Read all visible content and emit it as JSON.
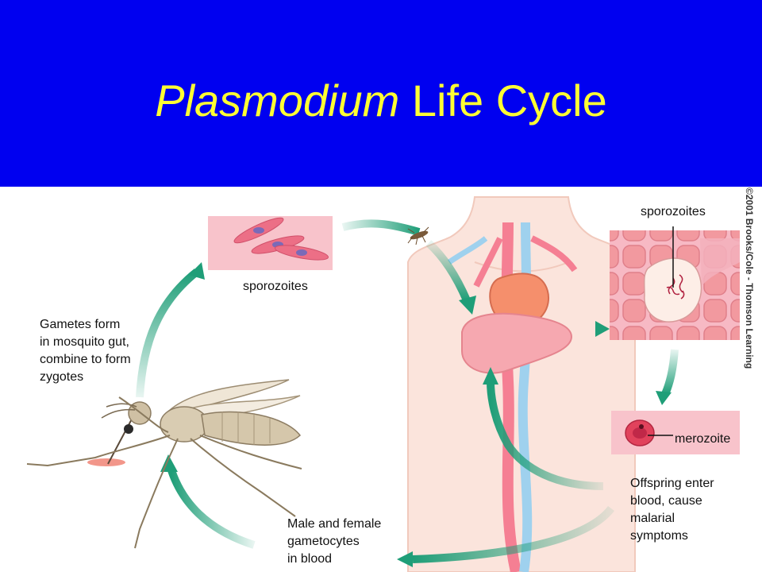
{
  "title": {
    "italic": "Plasmodium",
    "rest": " Life Cycle"
  },
  "labels": {
    "sporozoites_top": "sporozoites",
    "sporozoites_right": "sporozoites",
    "merozoite": "merozoite",
    "gametes": [
      "Gametes form",
      "in mosquito gut,",
      "combine to form",
      "zygotes"
    ],
    "offspring": [
      "Offspring enter",
      "blood, cause",
      "malarial",
      "symptoms"
    ],
    "gametocytes": [
      "Male and female",
      "gametocytes",
      "in blood"
    ]
  },
  "credit": "©2001 Brooks/Cole - Thomson Learning",
  "colors": {
    "header_bg": "#0000f0",
    "title": "#ffff33",
    "arrow": "#1f9e78",
    "cell_panel": "#f4a8b8"
  }
}
